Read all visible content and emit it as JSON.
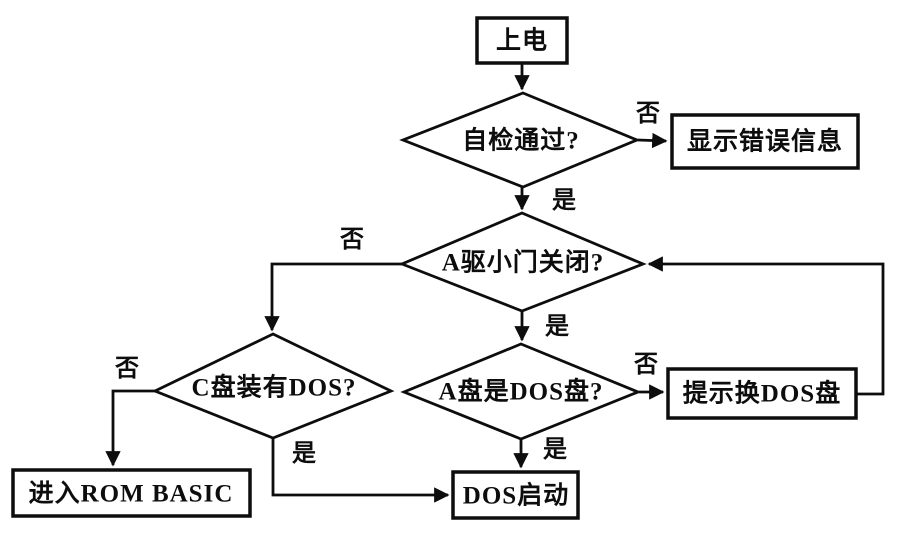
{
  "diagram": {
    "type": "flowchart",
    "background_color": "#ffffff",
    "line_color": "#0d0d0d",
    "nodes": [
      {
        "id": "power",
        "type": "process",
        "label": "上电"
      },
      {
        "id": "selftest-pass",
        "type": "decision",
        "label": "自检通过?"
      },
      {
        "id": "show-error",
        "type": "process",
        "label": "显示错误信息"
      },
      {
        "id": "drive-a-door-closed",
        "type": "decision",
        "label": "A驱小门关闭?"
      },
      {
        "id": "a-disk-is-dos",
        "type": "decision",
        "label": "A盘是DOS盘?"
      },
      {
        "id": "prompt-change-disk",
        "type": "process",
        "label": "提示换DOS盘"
      },
      {
        "id": "c-disk-has-dos",
        "type": "decision",
        "label": "C盘装有DOS?"
      },
      {
        "id": "enter-rom-basic",
        "type": "process",
        "label": "进入ROM BASIC"
      },
      {
        "id": "dos-boot",
        "type": "process",
        "label": "DOS启动"
      }
    ],
    "edges": [
      {
        "from": "power",
        "to": "selftest-pass",
        "label": ""
      },
      {
        "from": "selftest-pass",
        "to": "show-error",
        "label": "否"
      },
      {
        "from": "selftest-pass",
        "to": "drive-a-door-closed",
        "label": "是"
      },
      {
        "from": "drive-a-door-closed",
        "to": "c-disk-has-dos",
        "label": "否"
      },
      {
        "from": "drive-a-door-closed",
        "to": "a-disk-is-dos",
        "label": "是"
      },
      {
        "from": "a-disk-is-dos",
        "to": "prompt-change-disk",
        "label": "否"
      },
      {
        "from": "a-disk-is-dos",
        "to": "dos-boot",
        "label": "是"
      },
      {
        "from": "prompt-change-disk",
        "to": "drive-a-door-closed",
        "label": ""
      },
      {
        "from": "c-disk-has-dos",
        "to": "enter-rom-basic",
        "label": "否"
      },
      {
        "from": "c-disk-has-dos",
        "to": "dos-boot",
        "label": "是"
      }
    ]
  }
}
